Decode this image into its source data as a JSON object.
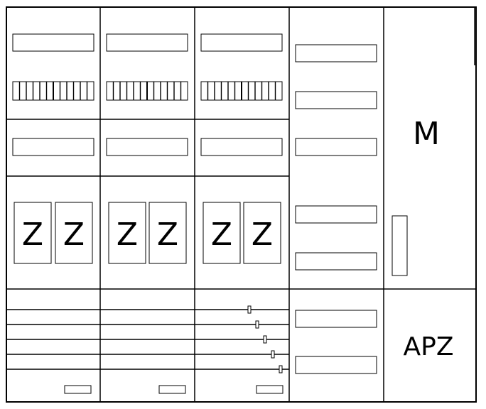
{
  "panel": {
    "meter_label": "Z",
    "m_label": "M",
    "apz_label": "APZ"
  }
}
